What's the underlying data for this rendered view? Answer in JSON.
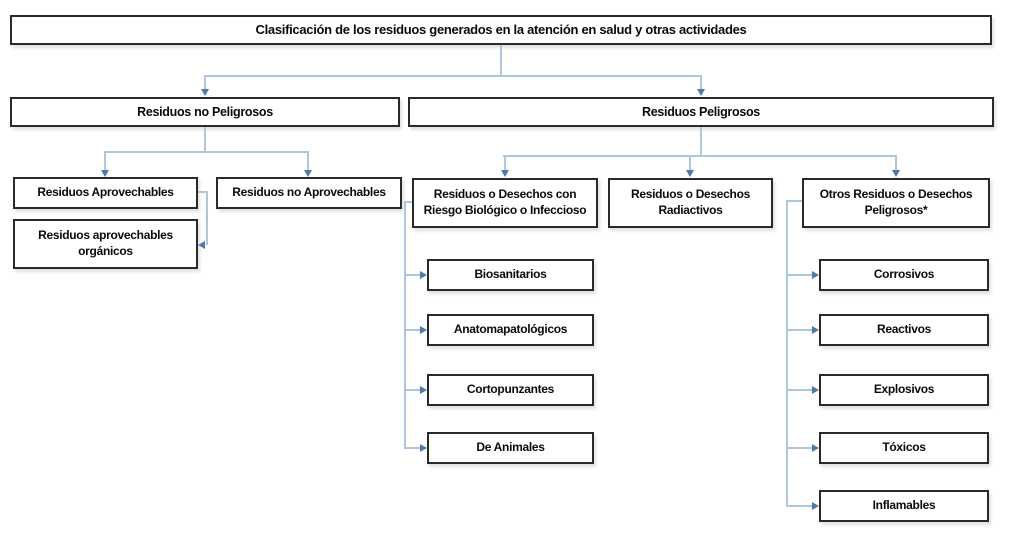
{
  "diagram": {
    "root": {
      "label": "Clasificación de los residuos generados en la atención en salud y otras actividades"
    },
    "non_hazardous": {
      "label": "Residuos no Peligrosos",
      "children": {
        "usable": {
          "label": "Residuos Aprovechables"
        },
        "non_usable": {
          "label": "Residuos no Aprovechables"
        },
        "usable_organic": {
          "label": "Residuos aprovechables\norgánicos"
        }
      }
    },
    "hazardous": {
      "label": "Residuos Peligrosos",
      "children": {
        "biological": {
          "label": "Residuos o Desechos con\nRiesgo Biológico o Infeccioso",
          "children": [
            "Biosanitarios",
            "Anatomapatológicos",
            "Cortopunzantes",
            "De Animales"
          ]
        },
        "radioactive": {
          "label": "Residuos o Desechos\nRadiactivos"
        },
        "other_hazardous": {
          "label": "Otros Residuos o Desechos\nPeligrosos*",
          "children": [
            "Corrosivos",
            "Reactivos",
            "Explosivos",
            "Tóxicos",
            "Inflamables"
          ]
        }
      }
    }
  },
  "colors": {
    "connector_line": "#aac6e2",
    "arrowhead": "#4a7ab0",
    "box_border": "#2a2a2a",
    "text": "#0a0a0a",
    "background": "#ffffff"
  }
}
